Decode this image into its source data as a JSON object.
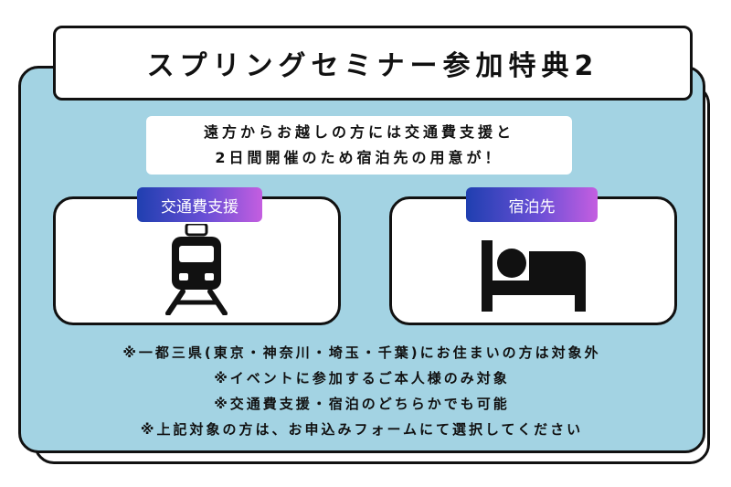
{
  "title": "スプリングセミナー参加特典2",
  "intro": {
    "line1": "遠方からお越しの方には交通費支援と",
    "line2": "2日間開催のため宿泊先の用意が！"
  },
  "benefits": [
    {
      "label": "交通費支援",
      "icon": "train-icon"
    },
    {
      "label": "宿泊先",
      "icon": "bed-icon"
    }
  ],
  "notes": [
    "※一都三県(東京・神奈川・埼玉・千葉)にお住まいの方は対象外",
    "※イベントに参加するご本人様のみ対象",
    "※交通費支援・宿泊のどちらかでも可能",
    "※上記対象の方は、お申込みフォームにて選択してください"
  ],
  "colors": {
    "panel": "#a3d3e3",
    "outline": "#111111",
    "tab_gradient_start": "#1f3fb0",
    "tab_gradient_end": "#c45ee0"
  }
}
